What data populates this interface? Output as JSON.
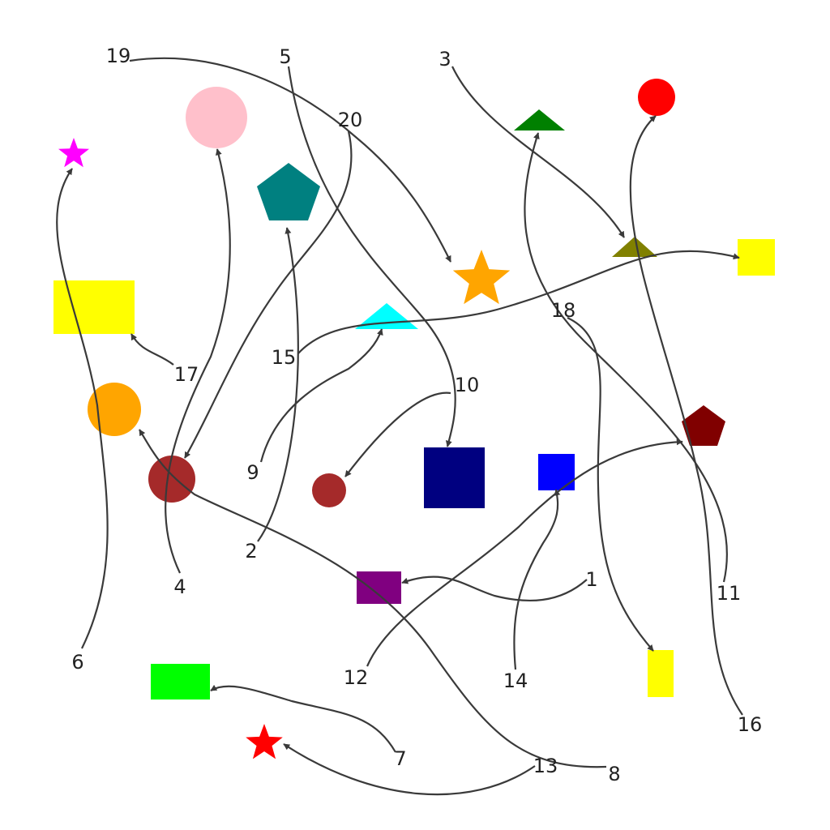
{
  "labels": {
    "l1": "1",
    "l2": "2",
    "l3": "3",
    "l4": "4",
    "l5": "5",
    "l6": "6",
    "l7": "7",
    "l8": "8",
    "l9": "9",
    "l10": "10",
    "l11": "11",
    "l12": "12",
    "l13": "13",
    "l14": "14",
    "l15": "15",
    "l16": "16",
    "l17": "17",
    "l18": "18",
    "l19": "19",
    "l20": "20"
  },
  "colors": {
    "pink": "#ffc0cb",
    "magenta": "#ff00ff",
    "teal": "#008080",
    "green": "#008000",
    "red": "#ff0000",
    "olive": "#808000",
    "yellow": "#ffff00",
    "orange": "#ffa500",
    "cyan": "#00ffff",
    "brown": "#a52a2a",
    "navy": "#000080",
    "blue": "#0000ff",
    "maroon": "#800000",
    "purple": "#800080",
    "lime": "#00ff00",
    "arrow": "#3a3a3a"
  }
}
